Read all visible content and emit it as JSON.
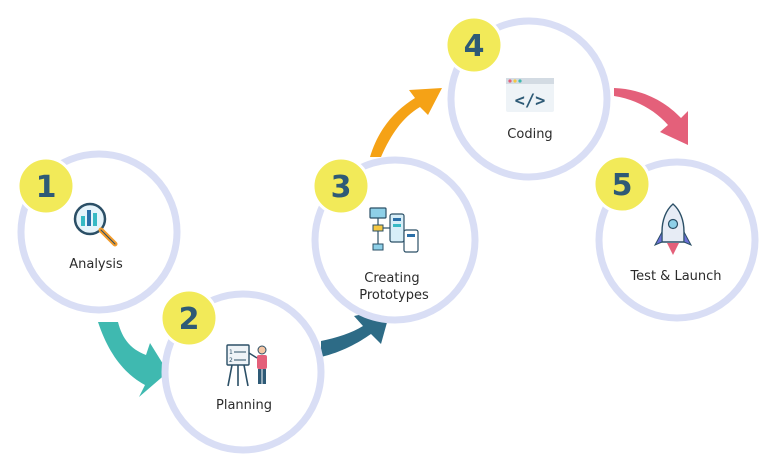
{
  "colors": {
    "ring": "#d9def5",
    "badge": "#f2ea59",
    "badge_text": "#2e5a76",
    "arrow_teal": "#3fb9b0",
    "arrow_navy": "#2d6b86",
    "arrow_orange": "#f5a216",
    "arrow_pink": "#e4607a"
  },
  "steps": [
    {
      "number": "1",
      "label_lines": [
        "Analysis"
      ],
      "icon": "analytics-magnifier-icon"
    },
    {
      "number": "2",
      "label_lines": [
        "Planning"
      ],
      "icon": "presentation-board-icon"
    },
    {
      "number": "3",
      "label_lines": [
        "Creating",
        "Prototypes"
      ],
      "icon": "wireframe-prototype-icon"
    },
    {
      "number": "4",
      "label_lines": [
        "Coding"
      ],
      "icon": "code-window-icon"
    },
    {
      "number": "5",
      "label_lines": [
        "Test & Launch"
      ],
      "icon": "rocket-icon"
    }
  ]
}
